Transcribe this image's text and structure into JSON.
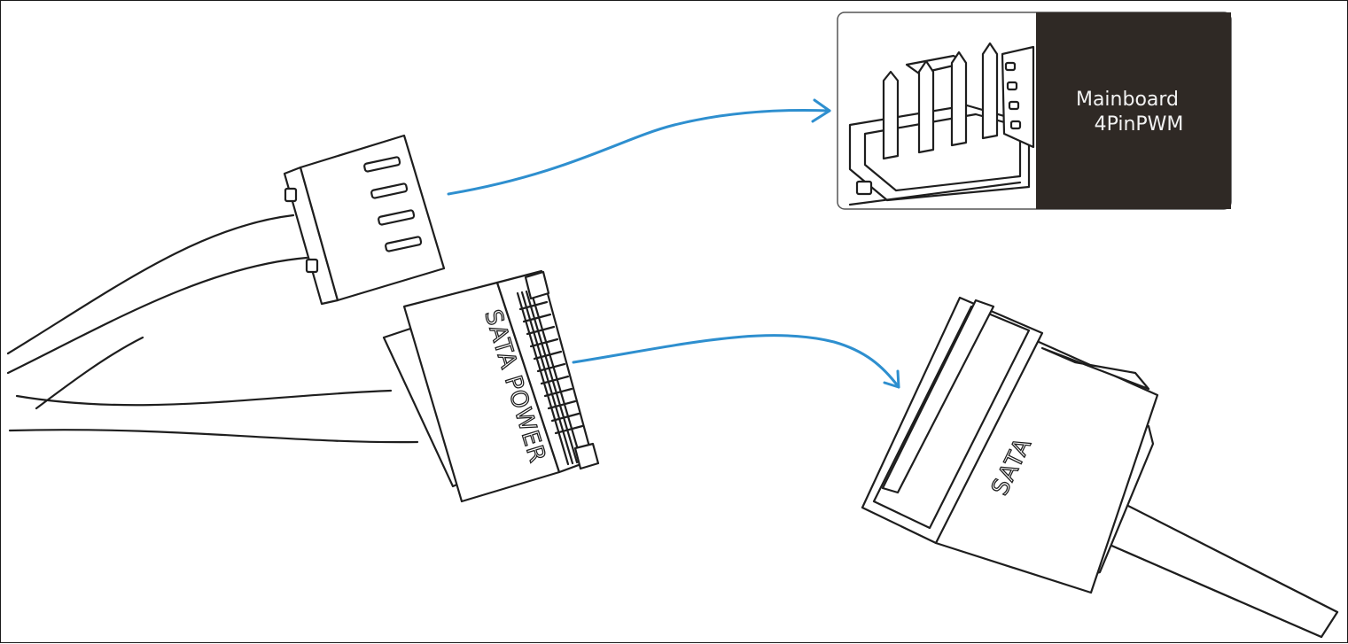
{
  "diagram": {
    "accent_color": "#2e8fcf",
    "label_panel_color": "#2f2925",
    "target_label": {
      "line1": "Mainboard",
      "line2": "4PinPWM"
    },
    "sata_power_label": "SATA POWER",
    "sata_label": "SATA",
    "icons": [
      "fan-4pin-connector-icon",
      "sata-power-connector-icon",
      "sata-connector-icon",
      "mainboard-header-icon"
    ]
  }
}
